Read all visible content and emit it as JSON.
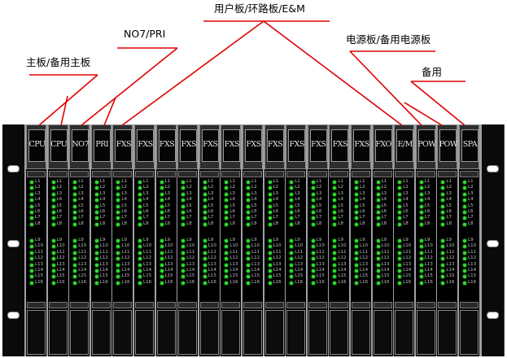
{
  "annotations": [
    {
      "id": "main-board",
      "text": "主板/备用主板"
    },
    {
      "id": "no7-pri",
      "text": "NO7/PRI"
    },
    {
      "id": "user-loop-em",
      "text": "用户板/环路板/E&M"
    },
    {
      "id": "power-board",
      "text": "电源板/备用电源板"
    },
    {
      "id": "spare",
      "text": "备用"
    }
  ],
  "slots": [
    "CPU",
    "CPU",
    "NO7",
    "PRI",
    "FXS",
    "FXS",
    "FXS",
    "FXS",
    "FXS",
    "FXS",
    "FXS",
    "FXS",
    "FXS",
    "FXS",
    "FXS",
    "FXS",
    "FXO",
    "E/M",
    "POW",
    "POW",
    "SPA"
  ],
  "led_labels_top": [
    "L1",
    "L2",
    "L3",
    "L4",
    "L5",
    "L6",
    "L7",
    "L8"
  ],
  "led_labels_bottom": [
    "L9",
    "L10",
    "L11",
    "L12",
    "L13",
    "L14",
    "L15",
    "L16"
  ],
  "colors": {
    "led": "#2fe02f",
    "callout_line": "#e00000",
    "chassis": "#7b7f85"
  }
}
